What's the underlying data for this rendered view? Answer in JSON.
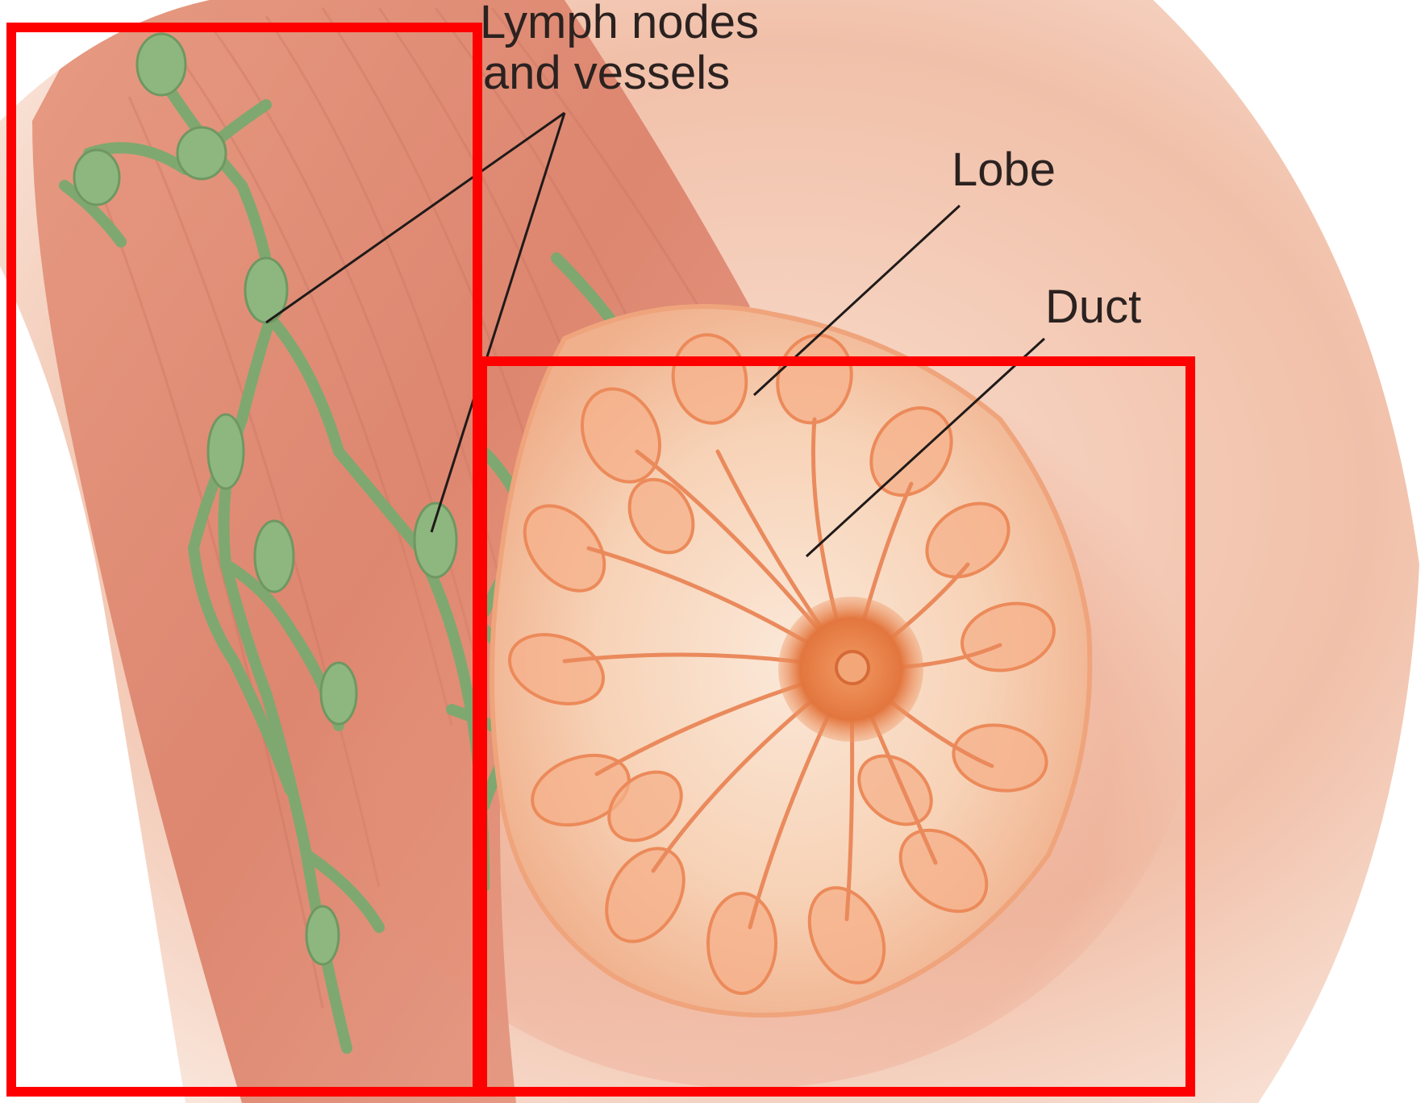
{
  "labels": {
    "lymph_line1": "Lymph nodes",
    "lymph_line2": "and vessels",
    "lobe": "Lobe",
    "duct": "Duct"
  },
  "colors": {
    "skin_light": "#f6d6c6",
    "skin_mid": "#eba98f",
    "muscle": "#df8e77",
    "lymph": "#7fa870",
    "gland": "#f0a576",
    "nipple": "#e3763f",
    "highlight_box": "#ff0000",
    "label_text": "#2b2220"
  }
}
